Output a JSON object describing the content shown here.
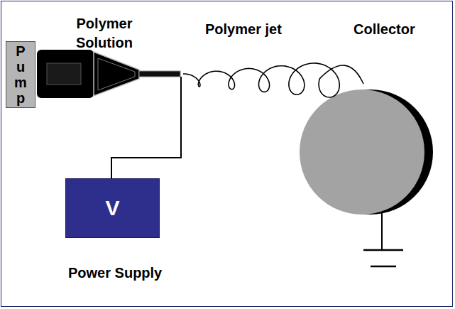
{
  "diagram": {
    "nodes": [
      {
        "text": [
          "P u m p"
        ]
      },
      {
        "text": [
          "V"
        ]
      }
    ],
    "labels": [
      "Polymer Solution",
      "Polymer jet",
      "Collector",
      "Power Supply"
    ]
  }
}
